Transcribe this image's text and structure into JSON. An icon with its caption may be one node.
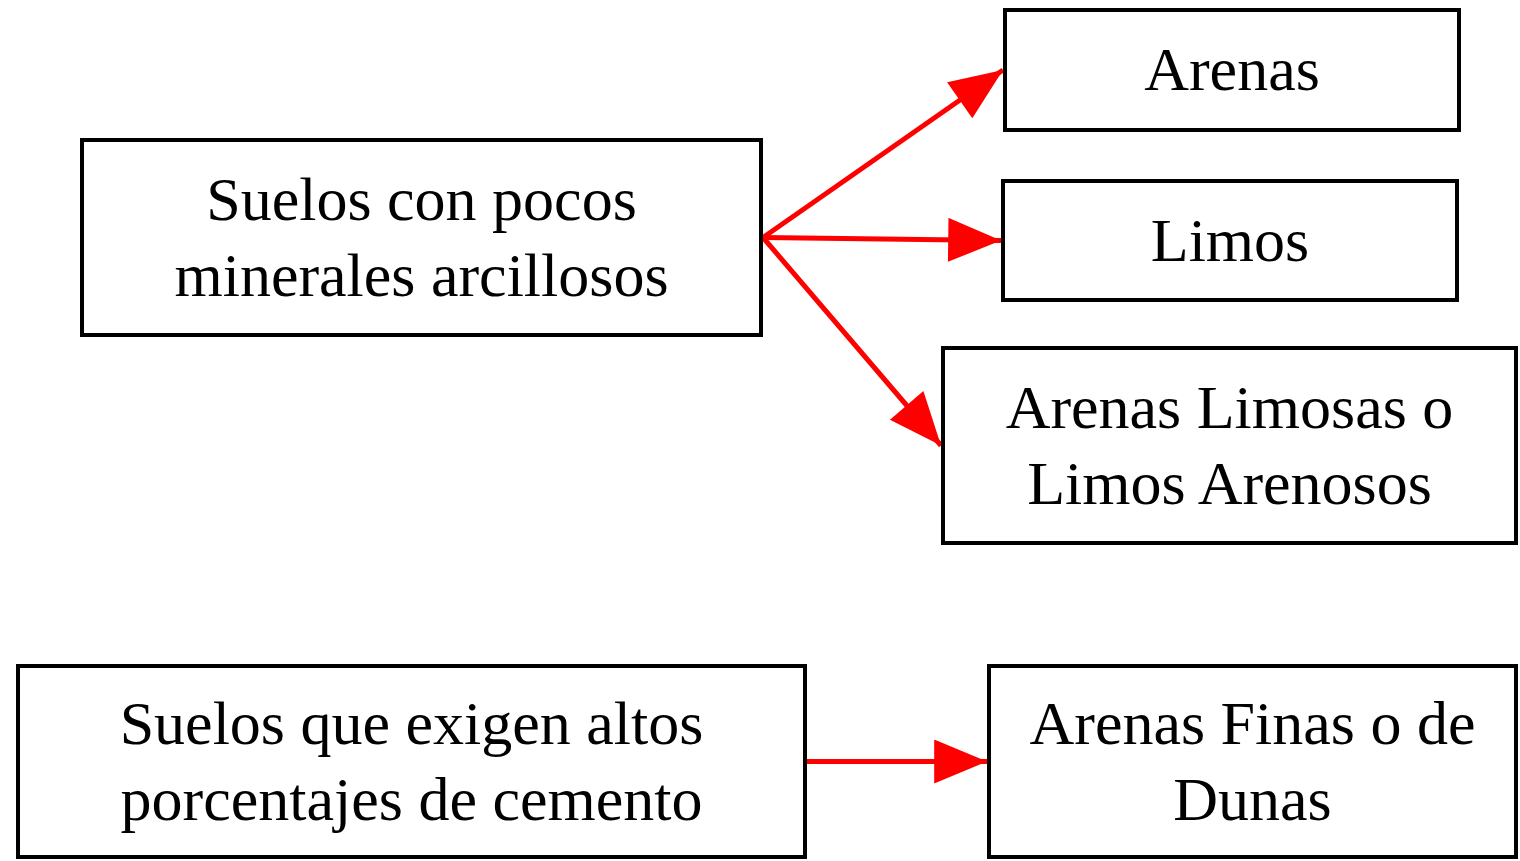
{
  "diagram": {
    "nodes": [
      {
        "text": [
          "Suelos con pocos minerales arcillosos"
        ]
      },
      {
        "text": [
          "Arenas"
        ]
      },
      {
        "text": [
          "Limos"
        ]
      },
      {
        "text": [
          "Arenas Limosas o Limos Arenosos"
        ]
      },
      {
        "text": [
          "Suelos que exigen altos porcentajes de cemento"
        ]
      },
      {
        "text": [
          "Arenas Finas o de Dunas"
        ]
      }
    ],
    "edges": [
      {
        "from": 0,
        "to": 1,
        "arrow": "to"
      },
      {
        "from": 0,
        "to": 2,
        "arrow": "to"
      },
      {
        "from": 0,
        "to": 3,
        "arrow": "to"
      },
      {
        "from": 4,
        "to": 5,
        "arrow": "to"
      }
    ]
  }
}
